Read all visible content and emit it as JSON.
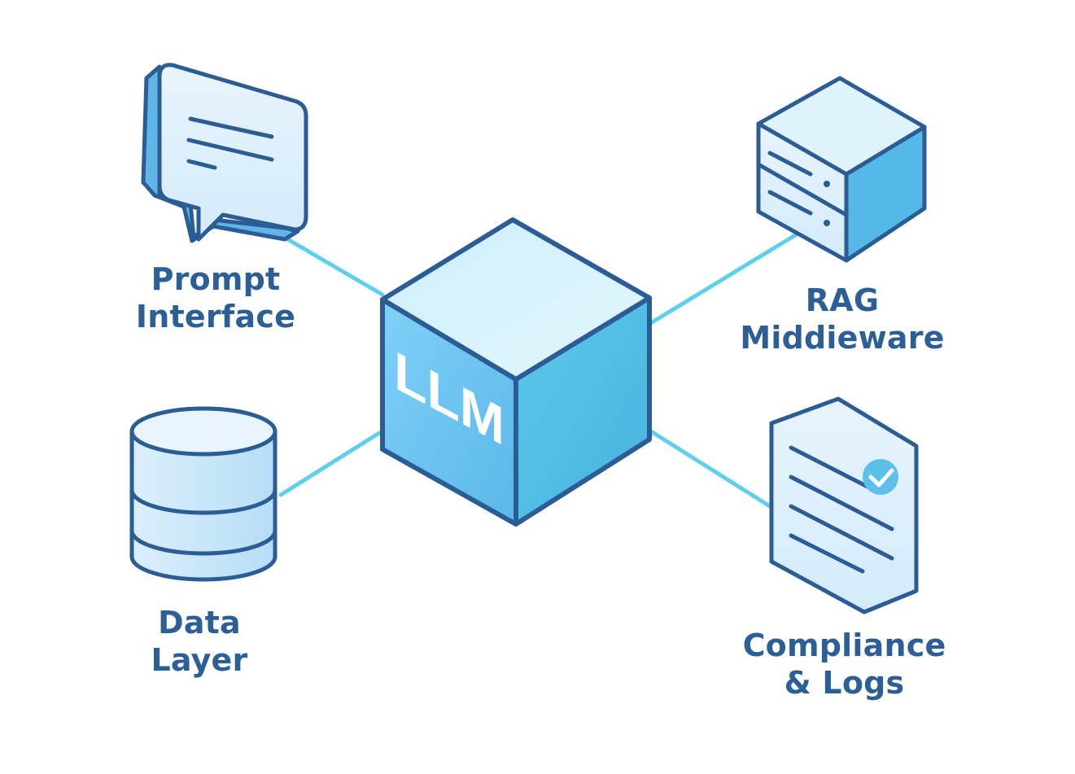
{
  "center": {
    "label": "LLM"
  },
  "nodes": {
    "prompt_interface": {
      "line1": "Prompt",
      "line2": "Interface",
      "icon": "chat-bubble-icon"
    },
    "rag_middleware": {
      "line1": "RAG",
      "line2": "Middieware",
      "icon": "server-icon"
    },
    "data_layer": {
      "line1": "Data",
      "line2": "Layer",
      "icon": "database-icon"
    },
    "compliance_logs": {
      "line1": "Compliance",
      "line2": "& Logs",
      "icon": "document-check-icon"
    }
  },
  "colors": {
    "outline": "#2b5c94",
    "connector": "#5fd0ea",
    "label": "#2b5f96",
    "cube_top": "#d4f2fc",
    "cube_left": "#6cc3ef",
    "cube_right": "#4fbde6",
    "icon_fill": "#e2f2fd",
    "icon_side": "#5fb6e6"
  }
}
